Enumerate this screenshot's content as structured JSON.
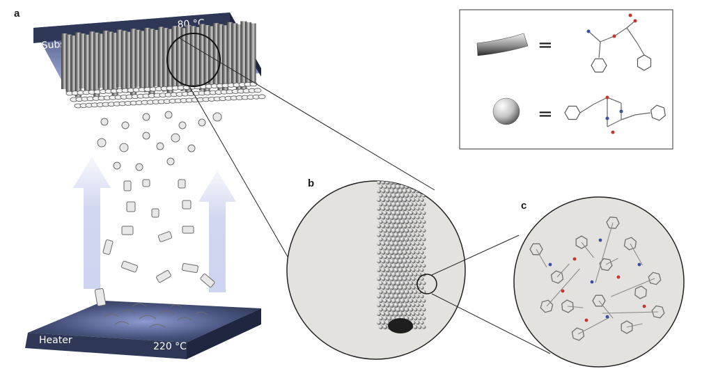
{
  "panels": {
    "a": "a",
    "b": "b",
    "c": "c"
  },
  "substrate": {
    "label": "Substrate",
    "temperature": "80 °C"
  },
  "heater": {
    "label": "Heater",
    "temperature": "220 °C"
  },
  "legend": {
    "equals_symbol": "="
  },
  "colors": {
    "plate_dark": "#2e3856",
    "plate_glow": "#aab4e6",
    "arrow_fill": "#c9d0ee",
    "tube_grey": "#5a5a5a",
    "zoom_bg": "#e4e2df",
    "atom_c": "#9a9a9a",
    "atom_n": "#3a4fa8",
    "atom_o": "#c8342b"
  }
}
